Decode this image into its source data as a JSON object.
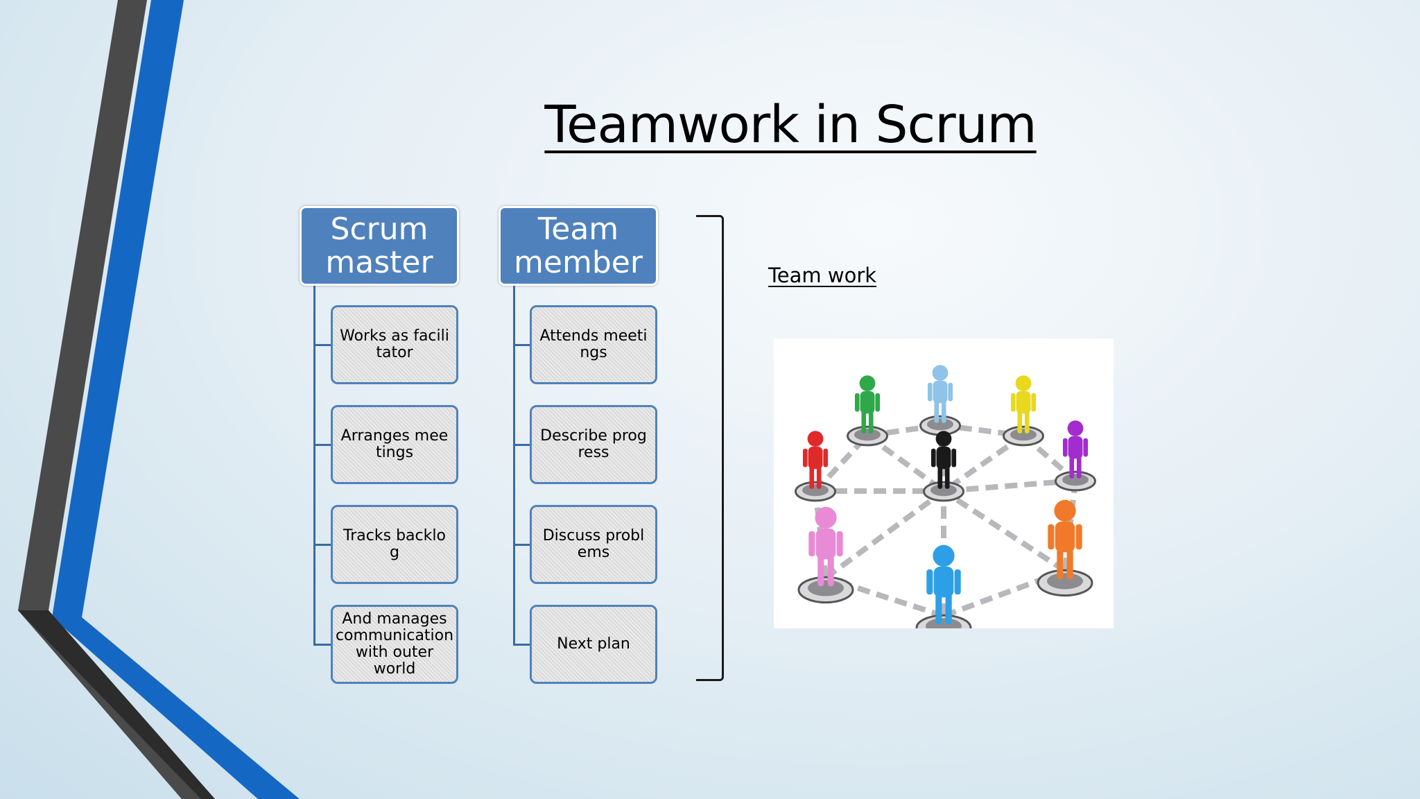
{
  "slide": {
    "title": "Teamwork in Scrum",
    "side_label": "Team work"
  },
  "diagram": {
    "groups": [
      {
        "header": "Scrum master",
        "items": [
          "Works as facilitator",
          "Arranges meetings",
          "Tracks backlog",
          "And manages communication with outer world"
        ]
      },
      {
        "header": "Team member",
        "items": [
          "Attends meetings",
          "Describe progress",
          "Discuss problems",
          "Next plan"
        ]
      }
    ]
  },
  "illustration": {
    "icon": "team-network-figures",
    "figure_colors": [
      "#e02a2a",
      "#2fa84a",
      "#8fc3e8",
      "#e8d81e",
      "#a22ccd",
      "#f07a2a",
      "#1a1a1a",
      "#e88ad6",
      "#2d9fe6"
    ]
  },
  "colors": {
    "accent_blue": "#4f81bd",
    "stripe_gray": "#4d4d4d",
    "stripe_blue": "#1565c0"
  }
}
